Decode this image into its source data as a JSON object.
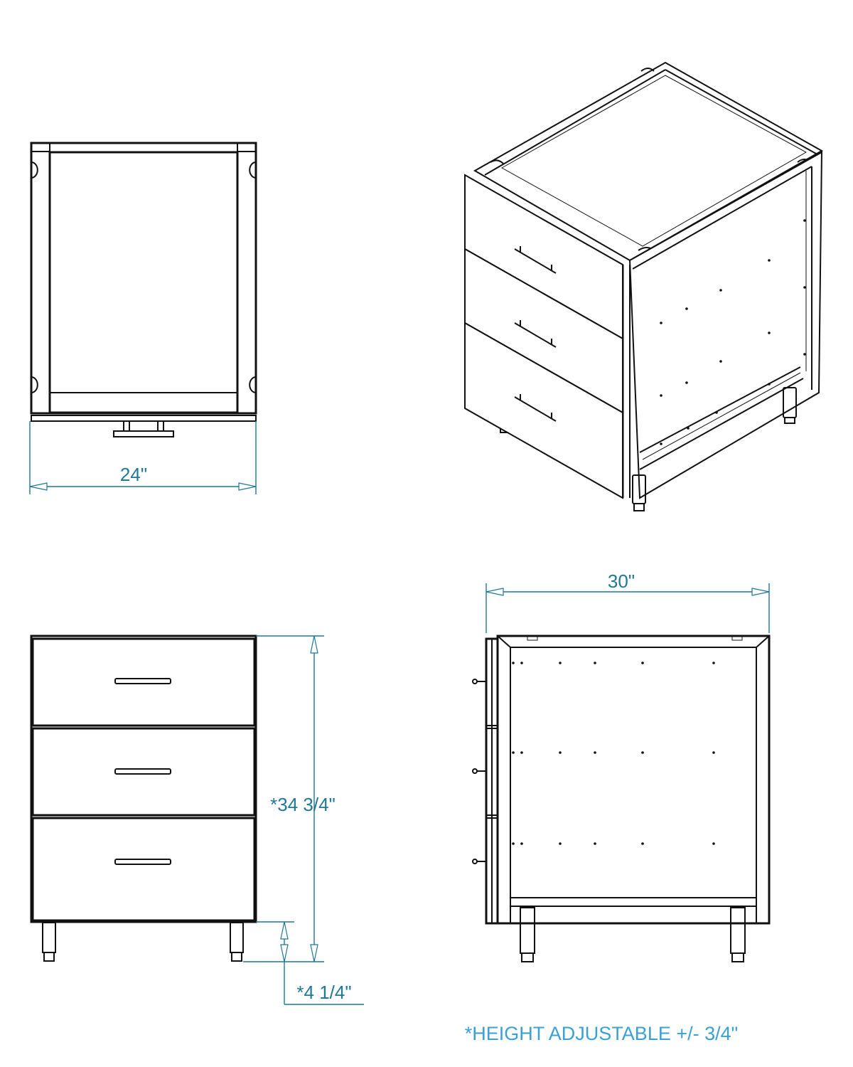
{
  "dimensions": {
    "width": "24\"",
    "depth": "30\"",
    "height": "*34 3/4\"",
    "leg_height": "*4 1/4\""
  },
  "note": "*HEIGHT ADJUSTABLE +/- 3/4\"",
  "colors": {
    "dimension": "#1f7896",
    "note": "#3aa0d8",
    "line": "#111111"
  }
}
